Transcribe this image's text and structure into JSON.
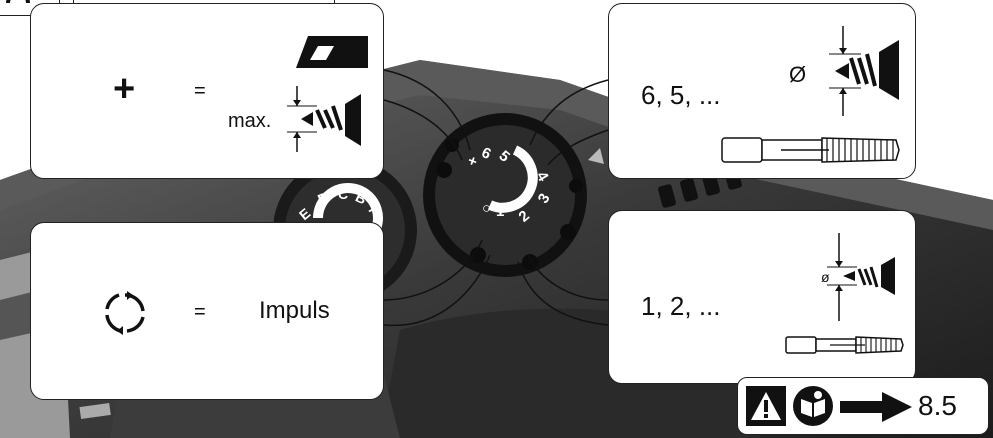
{
  "callouts": {
    "max": {
      "plus": "+",
      "equals": "=",
      "max_label": "max."
    },
    "impuls": {
      "equals": "=",
      "label": "Impuls"
    },
    "high": {
      "settings": "6, 5, ...",
      "diameter": "Ø"
    },
    "low": {
      "settings": "1, 2, ...",
      "diameter": "ø"
    }
  },
  "dial_main": {
    "labels": [
      "+",
      "6",
      "5",
      "4",
      "3",
      "2",
      "1"
    ]
  },
  "dial_second": {
    "labels": [
      "E",
      "D",
      "C",
      "B",
      "A"
    ]
  },
  "reference": {
    "section": "8.5",
    "icons": [
      "warning-icon",
      "read-manual-icon",
      "arrow-right-icon"
    ]
  }
}
